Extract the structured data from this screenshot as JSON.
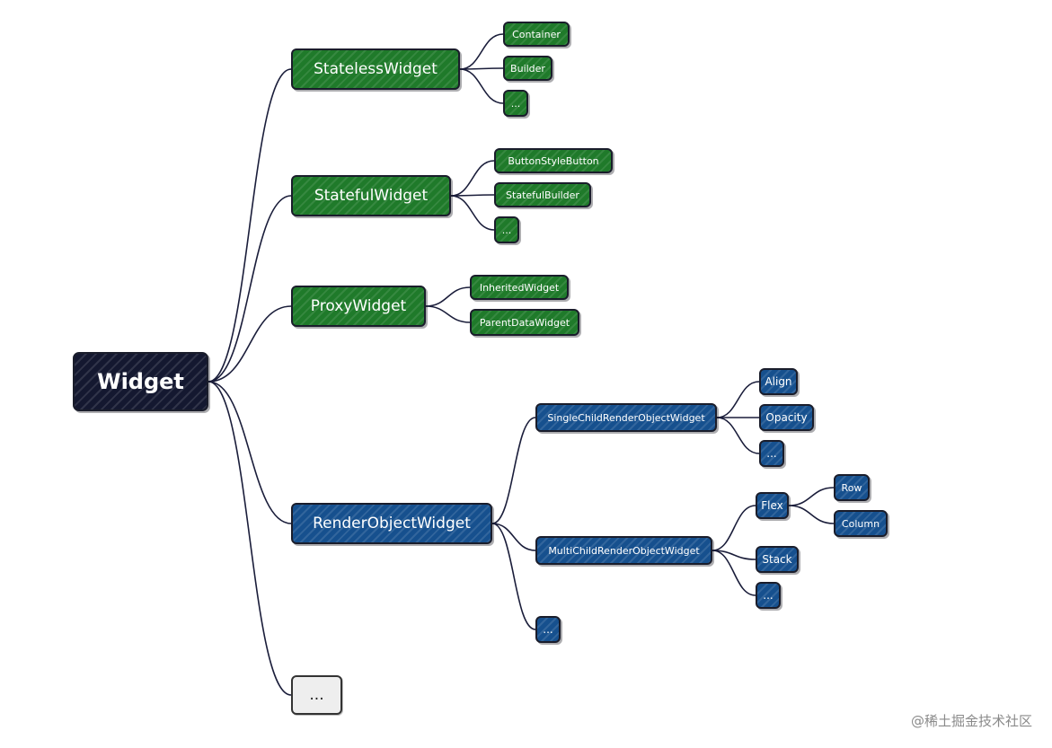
{
  "nodes": {
    "widget": "Widget",
    "stateless": "StatelessWidget",
    "container": "Container",
    "builder": "Builder",
    "stateless_more": "...",
    "stateful": "StatefulWidget",
    "button_style_button": "ButtonStyleButton",
    "stateful_builder": "StatefulBuilder",
    "stateful_more": "...",
    "proxy": "ProxyWidget",
    "inherited": "InheritedWidget",
    "parent_data": "ParentDataWidget",
    "render_object": "RenderObjectWidget",
    "single_child": "SingleChildRenderObjectWidget",
    "align": "Align",
    "opacity": "Opacity",
    "single_more": "...",
    "multi_child": "MultiChildRenderObjectWidget",
    "flex": "Flex",
    "row": "Row",
    "column": "Column",
    "stack": "Stack",
    "multi_more": "...",
    "render_more": "...",
    "widget_more": "..."
  },
  "colors": {
    "stateless_branch": "#1f7a2a",
    "render_branch": "#16508e",
    "root": "#141830",
    "lines": "#1a1d3a"
  },
  "watermark": "@稀土掘金技术社区"
}
